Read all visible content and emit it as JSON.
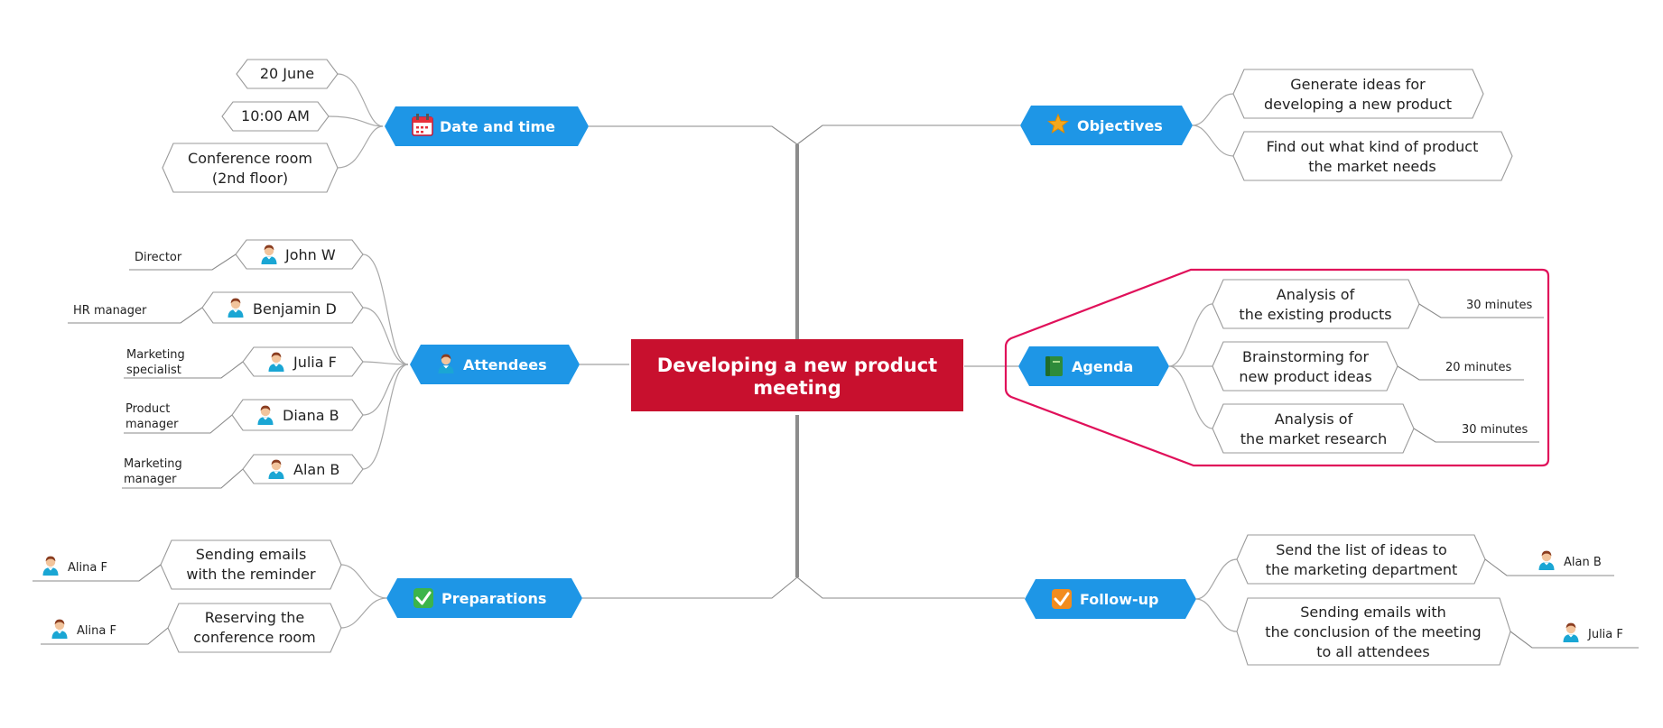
{
  "central": {
    "line1": "Developing a new product",
    "line2": "meeting",
    "color": "#c8102e"
  },
  "colors": {
    "topic": "#1e96e6",
    "boundary": "#e0105a",
    "connector": "#a8a8a8"
  },
  "topics": {
    "date_time": {
      "label": "Date and time",
      "icon": "calendar-icon",
      "items": {
        "date": "20 June",
        "time": "10:00 AM",
        "place_l1": "Conference room",
        "place_l2": "(2nd floor)"
      }
    },
    "attendees": {
      "label": "Attendees",
      "icon": "person-icon",
      "people": [
        {
          "name": "John W",
          "role_l1": "Director",
          "role_l2": ""
        },
        {
          "name": "Benjamin D",
          "role_l1": "HR manager",
          "role_l2": ""
        },
        {
          "name": "Julia F",
          "role_l1": "Marketing",
          "role_l2": "specialist"
        },
        {
          "name": "Diana B",
          "role_l1": "Product",
          "role_l2": "manager"
        },
        {
          "name": "Alan B",
          "role_l1": "Marketing",
          "role_l2": "manager"
        }
      ]
    },
    "preparations": {
      "label": "Preparations",
      "icon": "checkmark-icon",
      "tasks": [
        {
          "l1": "Sending emails",
          "l2": "with the reminder",
          "owner": "Alina F"
        },
        {
          "l1": "Reserving the",
          "l2": "conference room",
          "owner": "Alina F"
        }
      ]
    },
    "objectives": {
      "label": "Objectives",
      "icon": "star-icon",
      "items": [
        {
          "l1": "Generate ideas for",
          "l2": "developing a new product"
        },
        {
          "l1": "Find out what kind of product",
          "l2": "the market needs"
        }
      ]
    },
    "agenda": {
      "label": "Agenda",
      "icon": "book-icon",
      "items": [
        {
          "l1": "Analysis of",
          "l2": "the existing products",
          "duration": "30 minutes"
        },
        {
          "l1": "Brainstorming for",
          "l2": "new product ideas",
          "duration": "20 minutes"
        },
        {
          "l1": "Analysis of",
          "l2": "the market research",
          "duration": "30 minutes"
        }
      ]
    },
    "follow_up": {
      "label": "Follow-up",
      "icon": "checkbox-icon",
      "tasks": [
        {
          "l1": "Send the list of ideas to",
          "l2": "the marketing department",
          "l3": "",
          "owner": "Alan B"
        },
        {
          "l1": "Sending emails with",
          "l2": "the conclusion of the meeting",
          "l3": "to all attendees",
          "owner": "Julia F"
        }
      ]
    }
  }
}
